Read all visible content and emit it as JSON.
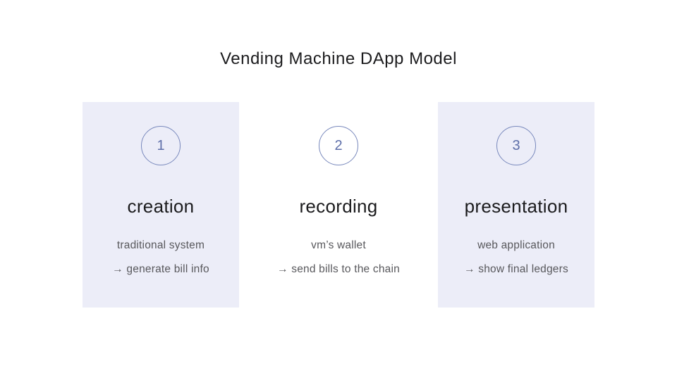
{
  "title": "Vending Machine DApp Model",
  "colors": {
    "page_bg": "#ffffff",
    "card_bg": "#ecedf8",
    "circle_border": "#7888bc",
    "number": "#5e6fa9",
    "heading": "#1b1b1d",
    "body": "#58585c",
    "title": "#1c1c1e"
  },
  "steps": [
    {
      "number": "1",
      "heading": "creation",
      "line1": "traditional system",
      "line2": "→ generate bill info",
      "highlighted": true
    },
    {
      "number": "2",
      "heading": "recording",
      "line1": "vm’s wallet",
      "line2": "→ send bills to the chain",
      "highlighted": false
    },
    {
      "number": "3",
      "heading": "presentation",
      "line1": "web application",
      "line2": "→ show final ledgers",
      "highlighted": true
    }
  ]
}
